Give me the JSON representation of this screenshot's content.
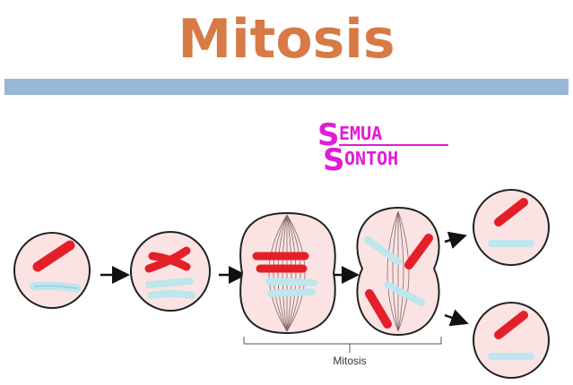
{
  "header": {
    "title": "Mitosis"
  },
  "watermark": {
    "line1": "EMUA",
    "line2": "ONTOH",
    "initial1": "S",
    "initial2": "S"
  },
  "diagram": {
    "bracket_label": "Mitosis"
  },
  "colors": {
    "title": "#d77a46",
    "rule": "#98b7d8",
    "cell_fill": "#fbe3e3",
    "cell_stroke": "#222222",
    "chromosome_red": "#e3202a",
    "chromosome_blue": "#bde6ee",
    "logo_magenta": "#e21bd6"
  }
}
